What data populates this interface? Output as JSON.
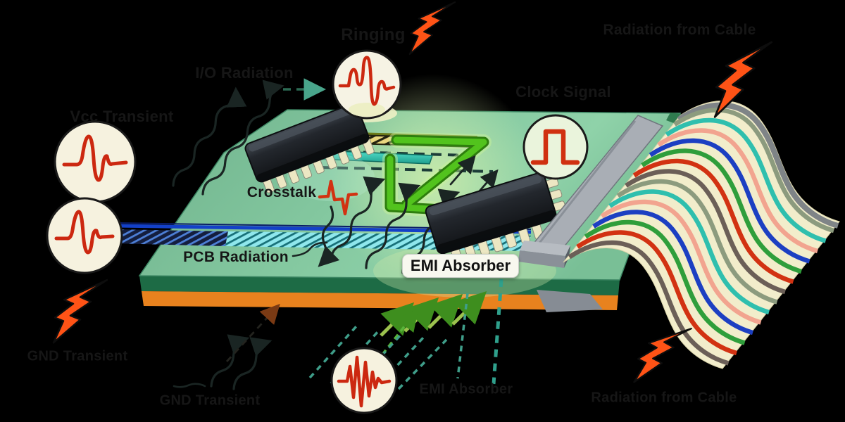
{
  "labels": {
    "vcc_transient": "Vcc Transient",
    "io_radiation": "I/O Radiation",
    "ringing": "Ringing",
    "radiation_from_cable_top": "Radiation from Cable",
    "clock_signal": "Clock Signal",
    "crosstalk": "Crosstalk",
    "pcb_radiation": "PCB Radiation",
    "emi_absorber_board": "EMI Absorber",
    "gnd_transient_left": "GND Transient",
    "gnd_transient_bottom": "GND Transient",
    "emi_absorber_bottom": "EMI Absorber",
    "radiation_from_cable_bottom": "Radiation from Cable"
  },
  "icons": {
    "lightning-bolt-icon": "orange lightning bolt (EMI event)",
    "transient-waveform-icon": "red transient pulse inside circle",
    "ringing-waveform-icon": "red ringing oscillation inside circle",
    "clock-pulse-icon": "red square clock pulse inside circle",
    "damped-wave-icon": "red damped oscillation inside circle",
    "crosstalk-spike-icon": "red voltage spike glyph",
    "radiation-wavy-arrow-icon": "dark wavy radiation arrow",
    "absorption-arrow-icon": "green dashed absorption arrow"
  },
  "colors": {
    "background": "#000000",
    "pcb_top": "#7CC39A",
    "pcb_core_layer": "#1D6B45",
    "pcb_bottom_layer": "#E8821E",
    "lightning_orange": "#FF5316",
    "waveform_red": "#CC2810",
    "trace_green": "#52C31D",
    "trace_teal": "#2FBFAE",
    "trace_blue": "#1340C8",
    "trace_yellow": "#E9D67E",
    "cable_cream": "#F2EDCB",
    "connector_gray": "#A9AEB5",
    "absorber_green": "#3E8E1E"
  }
}
